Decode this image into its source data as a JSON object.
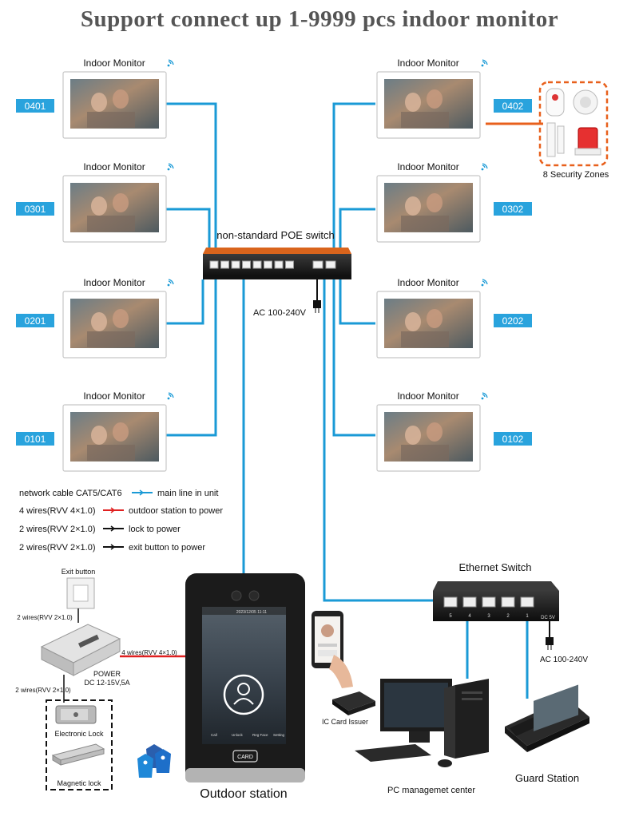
{
  "title": "Support connect up 1-9999 pcs indoor monitor",
  "monitors": {
    "label": "Indoor Monitor",
    "left": [
      {
        "id": "0401"
      },
      {
        "id": "0301"
      },
      {
        "id": "0201"
      },
      {
        "id": "0101"
      }
    ],
    "right": [
      {
        "id": "0402"
      },
      {
        "id": "0302"
      },
      {
        "id": "0202"
      },
      {
        "id": "0102"
      }
    ]
  },
  "security": {
    "label": "8 Security Zones"
  },
  "poe_switch": {
    "label": "non-standard POE switch",
    "power": "AC 100-240V"
  },
  "legend": [
    {
      "text": "network cable CAT5/CAT6",
      "desc": "main line in unit",
      "color": "#1a9ad6"
    },
    {
      "text": "4 wires(RVV 4×1.0)",
      "desc": "outdoor station to power",
      "color": "#e02020"
    },
    {
      "text": "2 wires(RVV 2×1.0)",
      "desc": "lock to power",
      "color": "#111111"
    },
    {
      "text": "2 wires(RVV 2×1.0)",
      "desc": "exit button to power",
      "color": "#111111"
    }
  ],
  "exit_button": {
    "label": "Exit button",
    "wire": "2 wires(RVV 2×1.0)"
  },
  "power_supply": {
    "wire_top": "4 wires(RVV 4×1.0)",
    "label1": "POWER",
    "label2": "DC 12-15V,5A",
    "wire_bottom": "2 wires(RVV 2×1.0)"
  },
  "locks": {
    "electronic": "Electronic Lock",
    "magnetic": "Magnetic lock"
  },
  "outdoor": {
    "label": "Outdoor station",
    "time": "2023/12/05 11:11",
    "card": "CARD",
    "menu": [
      "Call",
      "Unlock",
      "Reg Face",
      "Setting"
    ]
  },
  "ic_card": {
    "label": "IC Card Issuer"
  },
  "pc": {
    "label": "PC managemet center"
  },
  "ethernet_switch": {
    "label": "Ethernet Switch",
    "ports": [
      "5",
      "4",
      "3",
      "2",
      "1"
    ],
    "dc": "DC 5V",
    "power": "AC 100-240V"
  },
  "guard": {
    "label": "Guard Station"
  },
  "colors": {
    "network": "#1a9ad6",
    "red": "#e02020",
    "orange": "#e8601c",
    "badge": "#29a3dd"
  }
}
